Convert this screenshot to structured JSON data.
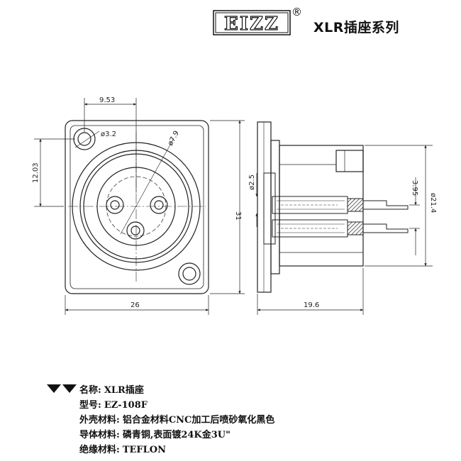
{
  "brand": {
    "logo_text": "EIZZ",
    "registered": "®"
  },
  "title": "XLR插座系列",
  "dimensions": {
    "width_26": "26",
    "width_19_6": "19.6",
    "pitch_9_53": "9.53",
    "height_12_03": "12.03",
    "height_31": "31",
    "hole_d3_2": "ø3.2",
    "pcd_d7_9": "ø7.9",
    "pin_d2_5": "ø2.5",
    "pitch_3_95": "3.95",
    "dia_21_4": "ø21.4"
  },
  "specs": [
    {
      "label": "名称:",
      "value": "XLR插座"
    },
    {
      "label": "型号:",
      "value": "EZ-108F"
    },
    {
      "label": "外壳材料:",
      "value": "铝合金材料CNC加工后喷砂氧化黑色"
    },
    {
      "label": "导体材料:",
      "value": "磷青铜,表面镀24K金3U\""
    },
    {
      "label": "绝缘材料:",
      "value": "TEFLON"
    }
  ]
}
